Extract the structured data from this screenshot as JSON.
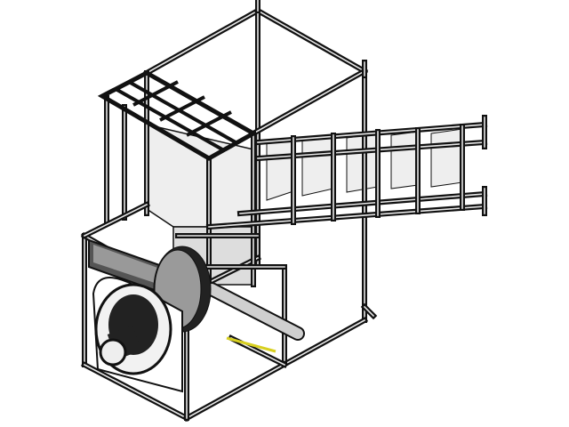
{
  "drawing": {
    "view": "isometric",
    "colors": {
      "frame": "#111111",
      "panel": "#eeeeee",
      "panel_shade": "#d6d6d6",
      "fan_dark": "#222222",
      "fan_gray": "#9a9a9a",
      "pipe": "#c8c8c8",
      "accent_stripe": "#d8d020"
    },
    "components": [
      "frame",
      "hopper",
      "hopper-grid",
      "conveyor-chute",
      "blower-fan",
      "motor",
      "pipe"
    ]
  }
}
